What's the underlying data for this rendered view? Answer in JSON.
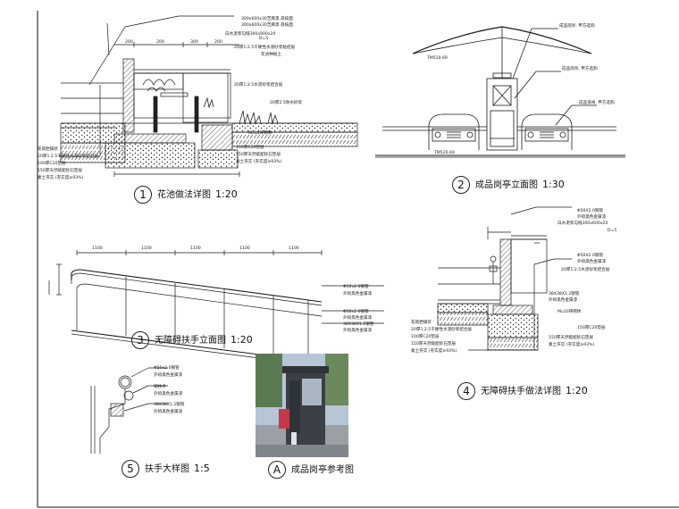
{
  "titles": [
    {
      "num": "1",
      "name": "花池做法详图",
      "scale": "1:20"
    },
    {
      "num": "2",
      "name": "成品岗亭立面图",
      "scale": "1:30"
    },
    {
      "num": "3",
      "name": "无障碍扶手立面图",
      "scale": "1:20"
    },
    {
      "num": "4",
      "name": "无障碍扶手做法详图",
      "scale": "1:20"
    },
    {
      "num": "5",
      "name": "扶手大样图",
      "scale": "1:5"
    },
    {
      "num": "A",
      "name": "成品岗亭参考图",
      "scale": ""
    }
  ],
  "d1": {
    "notes": [
      "300x600x30芝麻黑 荔枝面",
      "300x600x30芝麻黑 荔枝面",
      "D=5",
      "白水泥浆勾缝300x900x20",
      "20厚1:2.5干硬性水泥砂浆粘结层",
      "花池种植土",
      "20厚1:2.5水泥砂浆结合层",
      "20厚2.5防水砂浆",
      "Mu10砖砌体",
      "150厚C20垫层",
      "150厚天然级配砂石垫层",
      "素土夯实 (夯实度≥93%)"
    ],
    "left_notes": [
      "花岗岩铺装",
      "20厚1:2.5干硬性水泥砂浆结合层",
      "100厚C20垫层",
      "150厚天然级配砂石垫层",
      "素土夯实 (夯实度≥93%)"
    ],
    "dims": [
      "200",
      "200",
      "300",
      "200"
    ]
  },
  "d2": {
    "notes": [
      "成品岗亭, 甲方选购",
      "成品岗亭, 甲方选购",
      "成品道闸, 甲方选购"
    ],
    "levels": [
      "TM520.69",
      "TM520.69"
    ]
  },
  "d3": {
    "dims": [
      "1100",
      "1100",
      "1100",
      "1100",
      "1100"
    ],
    "notes": [
      "Φ50x2.0钢管",
      "外喷黑色金属漆",
      "Φ50x2.0钢管",
      "外喷黑色金属漆",
      "38X38X1.2钢管",
      "外喷黑色金属漆"
    ]
  },
  "d4": {
    "notes": [
      "Φ50X2.0钢管",
      "外喷黑色金属漆",
      "白水泥浆勾缝300x600x20",
      "D=5",
      "Φ50X2.0钢管",
      "外喷黑色金属漆",
      "20厚1:2.5水泥砂浆结合层",
      "38X38X1.2钢管",
      "外喷黑色金属漆",
      "Mu10砖砌体",
      "150厚C20垫层",
      "150厚天然级配砂石垫层",
      "素土夯实 (夯实度≥93%)"
    ],
    "left_notes": [
      "花岗岩铺装",
      "20厚1:2.5干硬性水泥砂浆结合层",
      "100厚C20垫层",
      "150厚天然级配砂石垫层",
      "素土夯实 (夯实度≥93%)"
    ]
  },
  "d5": {
    "notes": [
      "Φ50x2.0钢管",
      "外喷黑色金属漆",
      "钢扶手",
      "外喷黑色金属漆",
      "38X38X1.2钢管",
      "外喷黑色金属漆"
    ]
  },
  "colors": {
    "line": "#1a1a1a",
    "paper": "#ffffff",
    "booth": "#2e3338",
    "panel_red": "#c53a4a",
    "sky": "#b7c6d4"
  }
}
